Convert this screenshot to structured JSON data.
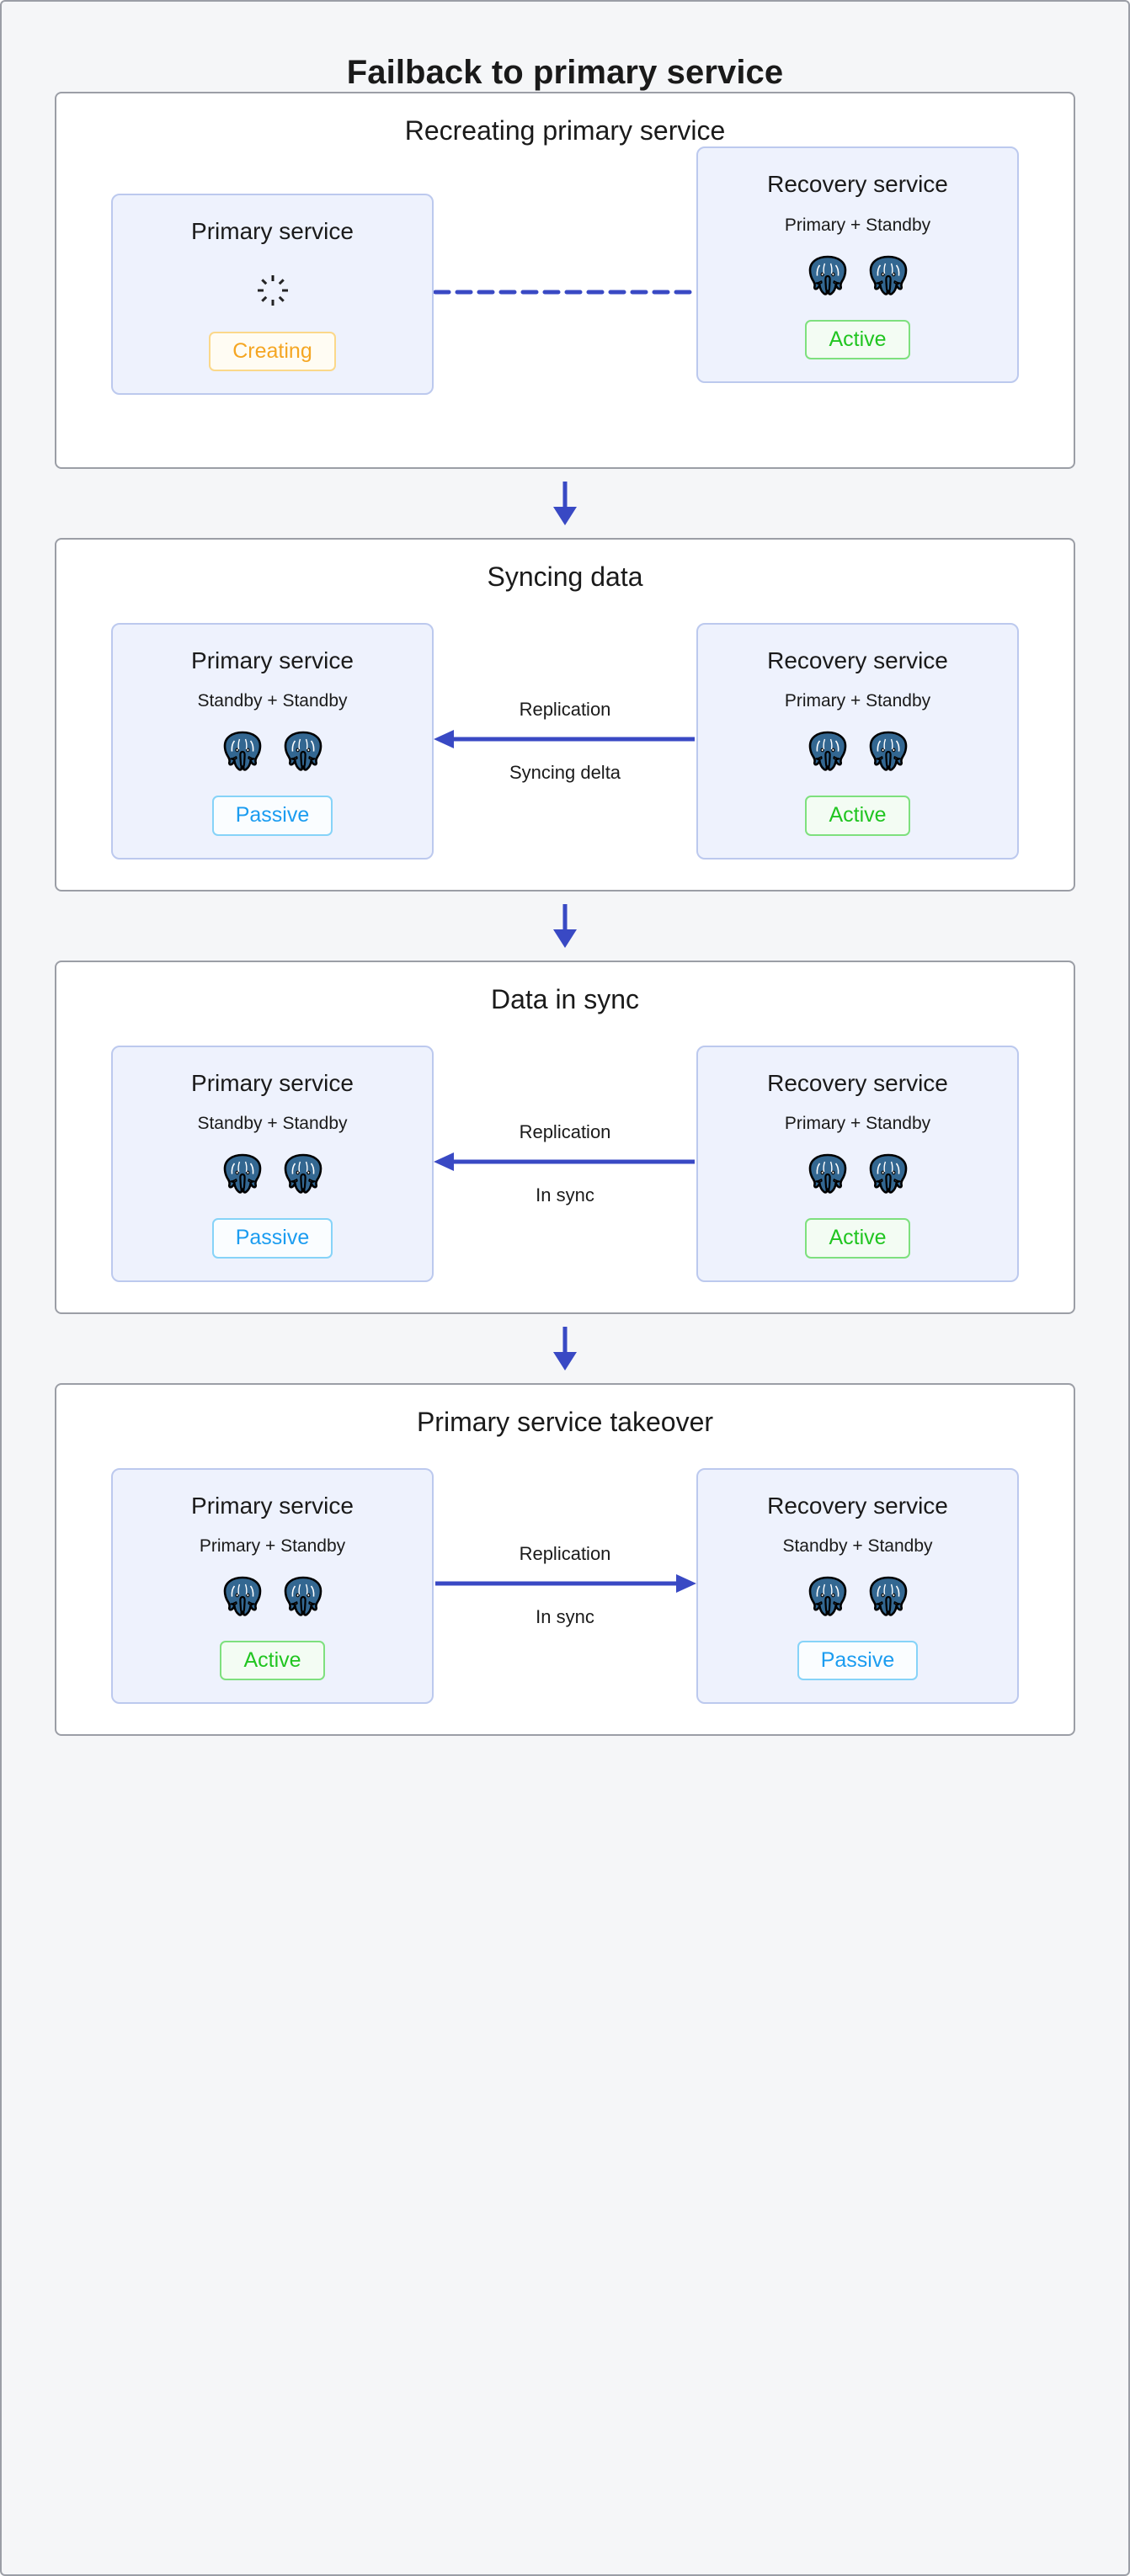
{
  "title": "Failback to primary service",
  "colors": {
    "accent_blue": "#3949c4",
    "active_green": "#21c521",
    "passive_blue": "#1b9cf0",
    "creating_orange": "#f5a623",
    "card_bg": "#eef2fd",
    "card_border": "#bcc9ee",
    "page_bg": "#f5f6f8"
  },
  "stages": [
    {
      "title": "Recreating primary service",
      "left": {
        "name": "Primary service",
        "sub": "",
        "icon": "spinner-icon",
        "nodes": 0,
        "badge": "Creating",
        "badge_kind": "creating"
      },
      "connector": {
        "style": "dashed",
        "direction": "none",
        "label_top": "",
        "label_bottom": ""
      },
      "right": {
        "name": "Recovery service",
        "sub": "Primary + Standby",
        "icon": "postgres-icon",
        "nodes": 2,
        "badge": "Active",
        "badge_kind": "active"
      }
    },
    {
      "title": "Syncing data",
      "left": {
        "name": "Primary service",
        "sub": "Standby + Standby",
        "icon": "postgres-icon",
        "nodes": 2,
        "badge": "Passive",
        "badge_kind": "passive"
      },
      "connector": {
        "style": "solid",
        "direction": "left",
        "label_top": "Replication",
        "label_bottom": "Syncing delta"
      },
      "right": {
        "name": "Recovery service",
        "sub": "Primary + Standby",
        "icon": "postgres-icon",
        "nodes": 2,
        "badge": "Active",
        "badge_kind": "active"
      }
    },
    {
      "title": "Data in sync",
      "left": {
        "name": "Primary service",
        "sub": "Standby + Standby",
        "icon": "postgres-icon",
        "nodes": 2,
        "badge": "Passive",
        "badge_kind": "passive"
      },
      "connector": {
        "style": "solid",
        "direction": "left",
        "label_top": "Replication",
        "label_bottom": "In sync"
      },
      "right": {
        "name": "Recovery service",
        "sub": "Primary + Standby",
        "icon": "postgres-icon",
        "nodes": 2,
        "badge": "Active",
        "badge_kind": "active"
      }
    },
    {
      "title": "Primary service takeover",
      "left": {
        "name": "Primary service",
        "sub": "Primary + Standby",
        "icon": "postgres-icon",
        "nodes": 2,
        "badge": "Active",
        "badge_kind": "active"
      },
      "connector": {
        "style": "solid",
        "direction": "right",
        "label_top": "Replication",
        "label_bottom": "In sync"
      },
      "right": {
        "name": "Recovery service",
        "sub": "Standby + Standby",
        "icon": "postgres-icon",
        "nodes": 2,
        "badge": "Passive",
        "badge_kind": "passive"
      }
    }
  ],
  "step_arrows": [
    "down-arrow-icon",
    "down-arrow-icon",
    "down-arrow-icon"
  ]
}
